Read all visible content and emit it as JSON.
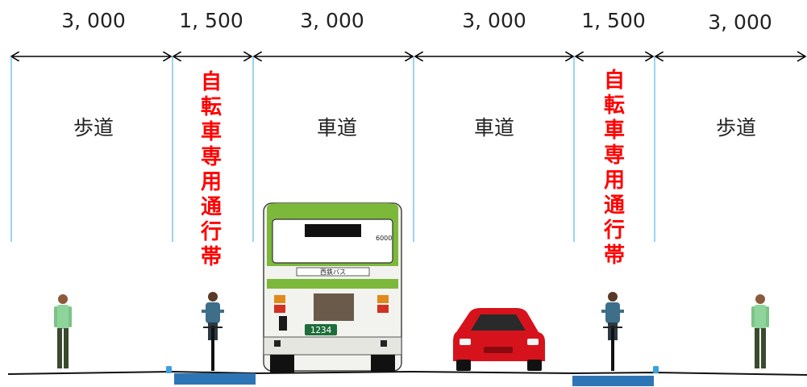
{
  "dimensions": [
    "3, 000",
    "1, 500",
    "3, 000",
    "3, 000",
    "1, 500",
    "3, 000"
  ],
  "zones": {
    "sidewalk_left": "歩道",
    "roadway_left": "車道",
    "roadway_right": "車道",
    "sidewalk_right": "歩道"
  },
  "bike_lane_left_chars": [
    "自",
    "転",
    "車",
    "専",
    "用",
    "通",
    "行",
    "帯"
  ],
  "bike_lane_right_chars": [
    "自",
    "転",
    "車",
    "専",
    "用",
    "通",
    "行",
    "帯"
  ],
  "bus": {
    "number": "6000",
    "company_sign": "西鉄バス",
    "plate": "1234"
  },
  "colors": {
    "bike_label": "#ff0000",
    "divider_line": "#5bb6e6",
    "bike_lane_band": "#2e75b6",
    "bus_green": "#7cb83a",
    "car_red": "#d6131c",
    "pedestrian": "#8fd49a",
    "cyclist": "#3d6f8a"
  }
}
